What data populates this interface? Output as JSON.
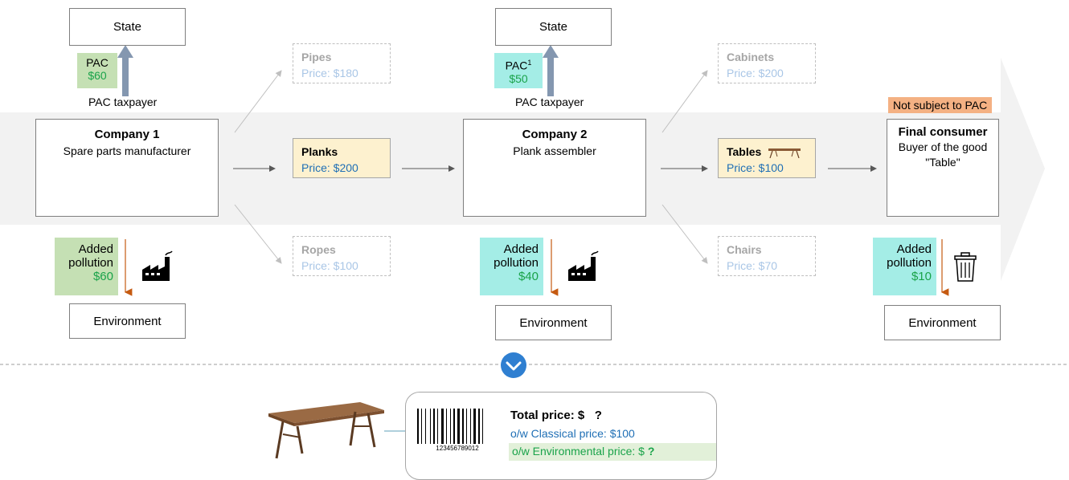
{
  "state_1": "State",
  "state_2": "State",
  "pac_1": {
    "label": "PAC",
    "amount": "$60",
    "taxpayer": "PAC taxpayer"
  },
  "pac_2": {
    "label": "PAC",
    "sup": "1",
    "amount": "$50",
    "taxpayer": "PAC taxpayer"
  },
  "company_1": {
    "title": "Company 1",
    "subtitle": "Spare parts manufacturer"
  },
  "company_2": {
    "title": "Company 2",
    "subtitle": "Plank assembler"
  },
  "final_consumer": {
    "title": "Final consumer",
    "line1": "Buyer of the good",
    "line2": "\"Table\""
  },
  "not_subject": "Not subject to PAC",
  "products": {
    "pipes": {
      "name": "Pipes",
      "price": "Price: $180"
    },
    "planks": {
      "name": "Planks",
      "price": "Price: $200"
    },
    "ropes": {
      "name": "Ropes",
      "price": "Price: $100"
    },
    "cabinets": {
      "name": "Cabinets",
      "price": "Price: $200"
    },
    "tables": {
      "name": "Tables",
      "price": "Price: $100"
    },
    "chairs": {
      "name": "Chairs",
      "price": "Price: $70"
    }
  },
  "pollution_1": {
    "line1": "Added",
    "line2": "pollution",
    "amount": "$60"
  },
  "pollution_2": {
    "line1": "Added",
    "line2": "pollution",
    "amount": "$40"
  },
  "pollution_3": {
    "line1": "Added",
    "line2": "pollution",
    "amount": "$10"
  },
  "environment_1": "Environment",
  "environment_2": "Environment",
  "environment_3": "Environment",
  "price_tag": {
    "total": "Total price: $   ?",
    "classical": "o/w Classical price: $100",
    "environmental_prefix": "o/w Environmental price: $ ",
    "environmental_q": "?",
    "barcode_number": "123456789012"
  },
  "colors": {
    "pac_green": "#c5e0b4",
    "pac_teal": "#a4ede6",
    "product_yellow": "#fdf1cf",
    "orange_badge": "#f4b183",
    "amount_green": "#1aa34a",
    "price_blue": "#1f6fb5",
    "chevron_blue": "#2f7fd1"
  },
  "icons": [
    "factory-icon",
    "trash-icon",
    "table-icon",
    "barcode-icon",
    "chevron-down-icon"
  ]
}
